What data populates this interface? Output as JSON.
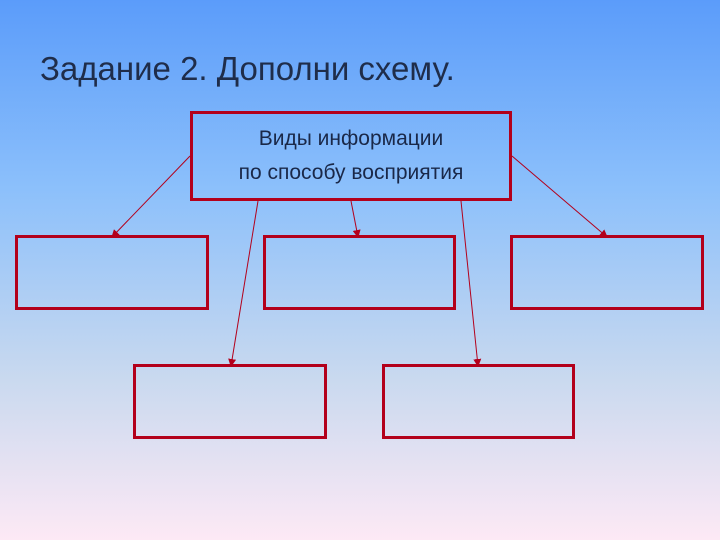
{
  "title": "Задание 2. Дополни схему.",
  "main_box": {
    "line1": "Виды информации",
    "line2": "по способу восприятия"
  },
  "colors": {
    "border": "#b3001b",
    "text": "#1a2848"
  },
  "empty_boxes": 5
}
